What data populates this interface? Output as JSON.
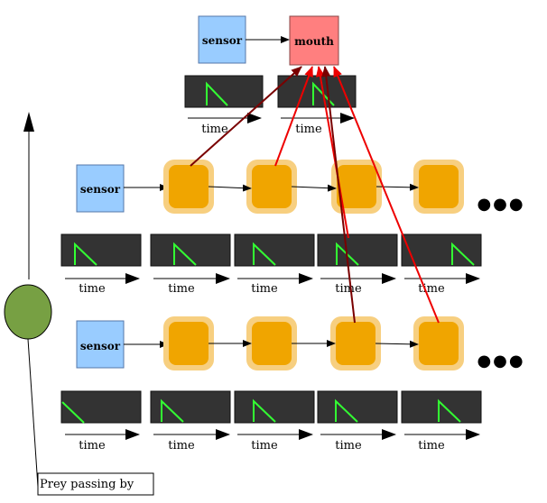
{
  "top": {
    "sensor_label": "sensor",
    "mouth_label": "mouth",
    "time_labels": [
      "time",
      "time"
    ]
  },
  "row1": {
    "sensor_label": "sensor",
    "time_labels": [
      "time",
      "time",
      "time",
      "time",
      "time"
    ],
    "more": "●●●"
  },
  "row2": {
    "sensor_label": "sensor",
    "time_labels": [
      "time",
      "time",
      "time",
      "time",
      "time"
    ],
    "more": "●●●"
  },
  "prey_caption": "Prey passing by",
  "colors": {
    "sensor_fill": "#99ccff",
    "mouth_fill": "#ff7f7f",
    "neuron_fill": "#f0a500",
    "neuron_halo": "#f7cf80",
    "trace_bg": "#333333",
    "trace_line": "#33ff33",
    "prey_fill": "#77a043",
    "arrow_dark_red": "#7a0000",
    "arrow_red": "#ee0000"
  }
}
